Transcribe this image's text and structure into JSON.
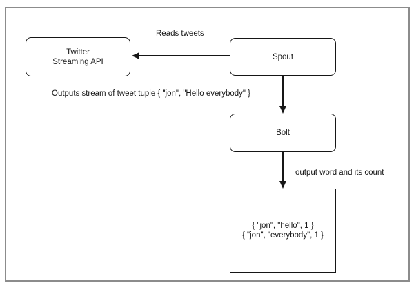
{
  "diagram": {
    "nodes": {
      "twitter": {
        "label_line1": "Twitter",
        "label_line2": "Streaming API"
      },
      "spout": {
        "label": "Spout"
      },
      "bolt": {
        "label": "Bolt"
      },
      "output": {
        "line1": "{ \"jon\", \"hello\", 1 }",
        "line2": "{ \"jon\", \"everybody\", 1 }"
      }
    },
    "edges": {
      "spout_to_twitter": {
        "label": "Reads tweets",
        "direction": "left"
      },
      "spout_to_bolt": {
        "label": "",
        "direction": "down"
      },
      "bolt_to_output": {
        "label": "output word and its count",
        "direction": "down"
      }
    },
    "annotations": {
      "stream_note": "Outputs stream of tweet tuple { \"jon\", \"Hello everybody\" }"
    },
    "colors": {
      "background": "#ffffff",
      "frame_border": "#8c8c8c",
      "node_border": "#161616",
      "text": "#161616"
    }
  }
}
